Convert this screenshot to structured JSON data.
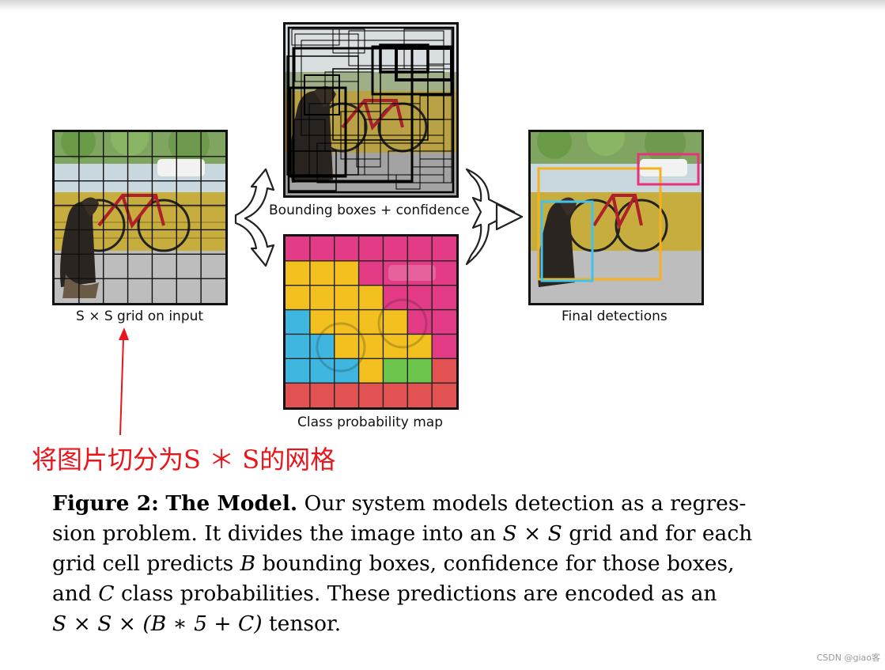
{
  "figure": {
    "panels": {
      "input": {
        "caption": "S × S grid on input"
      },
      "boxes": {
        "caption": "Bounding boxes + confidence"
      },
      "classmap": {
        "caption": "Class probability map"
      },
      "final": {
        "caption": "Final detections"
      }
    },
    "class_colors": {
      "pink": "#e33b86",
      "yellow": "#f2c01f",
      "cyan": "#3fb6e0",
      "green": "#6cc64e",
      "red": "#e25252"
    },
    "detection_colors": [
      "#f5b11d",
      "#3ec3ef",
      "#e8327f"
    ]
  },
  "annotation": {
    "text": "将图片切分为S ＊ S的网格",
    "color": "#e8151b"
  },
  "caption": {
    "label": "Figure 2:",
    "title": "The Model.",
    "line1": "Our system models detection as a regres-",
    "line2a": "sion problem. It divides the image into an ",
    "line2b": "S × S",
    "line2c": " grid and for each",
    "line3a": "grid cell predicts ",
    "line3b": "B",
    "line3c": " bounding boxes, confidence for those boxes,",
    "line4a": "and ",
    "line4b": "C",
    "line4c": " class probabilities.  These predictions are encoded as an",
    "line5a": "S × S × (B ∗ 5 + C)",
    "line5b": " tensor."
  },
  "watermark": "CSDN @giao客"
}
